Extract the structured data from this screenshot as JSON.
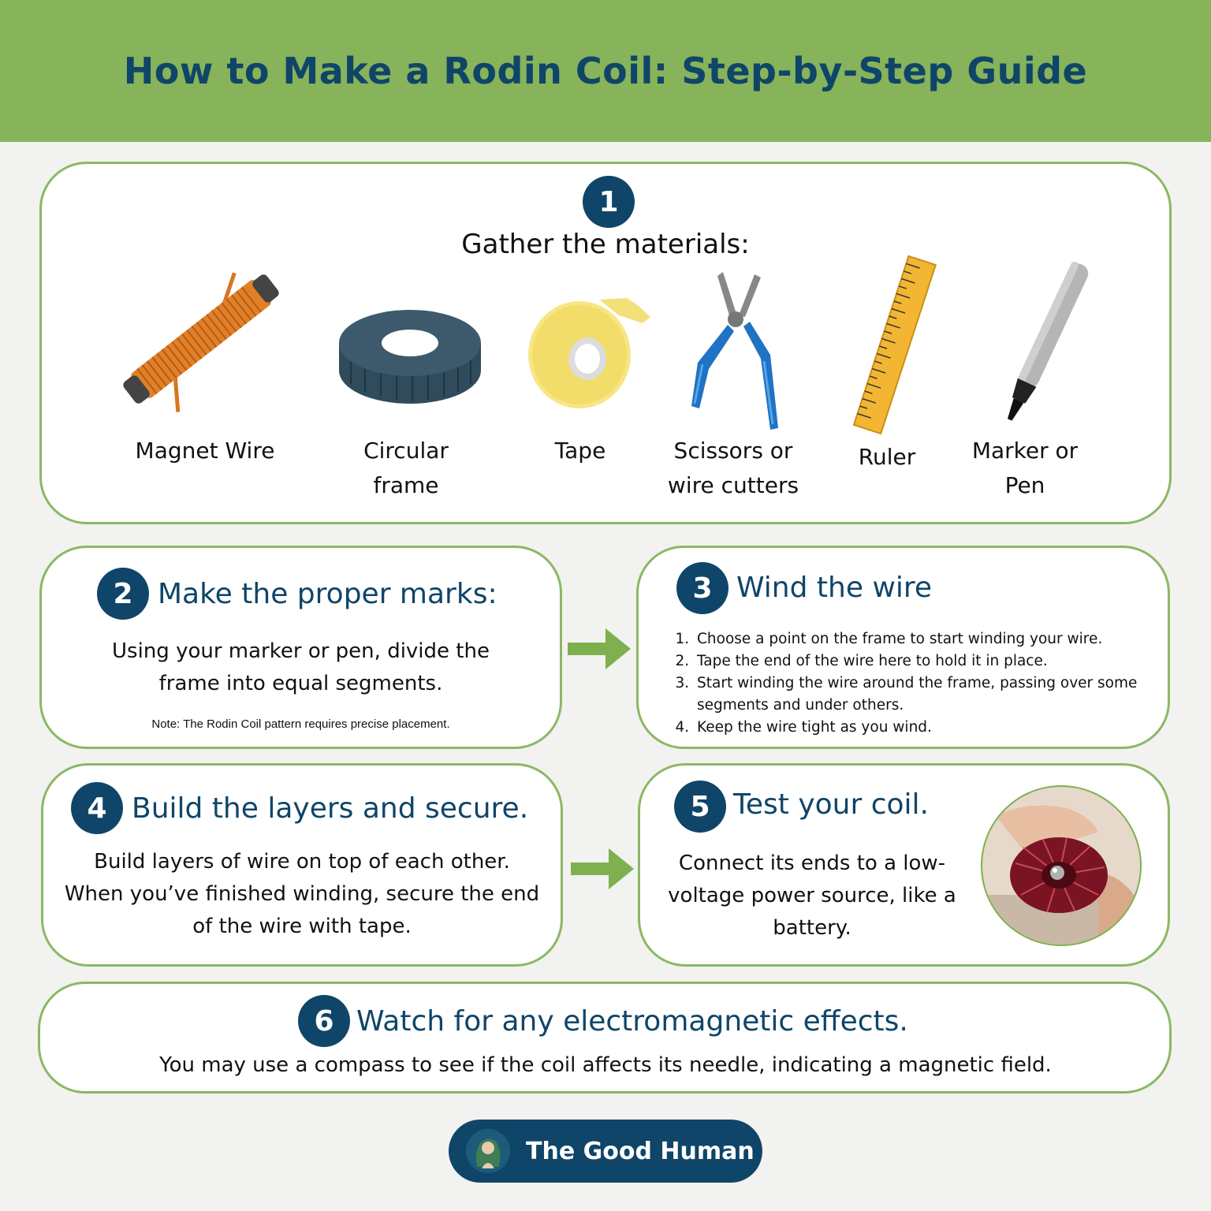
{
  "header": {
    "title": "How to Make a Rodin Coil: Step-by-Step Guide"
  },
  "step1": {
    "number": "1",
    "title": "Gather the materials:",
    "materials": [
      {
        "line1": "Magnet Wire",
        "line2": "",
        "icon": "magnet-wire-icon"
      },
      {
        "line1": "Circular",
        "line2": "frame",
        "icon": "circular-frame-icon"
      },
      {
        "line1": "Tape",
        "line2": "",
        "icon": "tape-icon"
      },
      {
        "line1": "Scissors or",
        "line2": "wire cutters",
        "icon": "wire-cutters-icon"
      },
      {
        "line1": "Ruler",
        "line2": "",
        "icon": "ruler-icon"
      },
      {
        "line1": "Marker or",
        "line2": "Pen",
        "icon": "marker-icon"
      }
    ]
  },
  "step2": {
    "number": "2",
    "title": "Make the proper marks:",
    "line1": "Using your marker or pen, divide the",
    "line2": "frame into equal segments.",
    "note": "Note: The Rodin Coil pattern requires precise placement."
  },
  "step3": {
    "number": "3",
    "title": "Wind the wire",
    "items": [
      "Choose a point on the frame to start winding your wire.",
      "Tape the end of the wire here to hold it in place.",
      "Start winding the wire around the frame, passing over some segments and under others.",
      "Keep the wire tight as you wind."
    ]
  },
  "step4": {
    "number": "4",
    "title": "Build the layers and secure.",
    "line1": "Build layers of wire on top of each other.",
    "line2": "When you’ve finished winding, secure the end",
    "line3": "of the wire with tape."
  },
  "step5": {
    "number": "5",
    "title": "Test your coil.",
    "line1": "Connect its ends to a low-",
    "line2": "voltage power source, like a",
    "line3": "battery."
  },
  "step6": {
    "number": "6",
    "title": "Watch for any electromagnetic effects.",
    "text": "You may use a compass to see if the coil affects its needle, indicating a magnetic field."
  },
  "footer": {
    "brand": "The Good Human"
  },
  "colors": {
    "header_bg": "#87b35a",
    "navy": "#0f4568",
    "card_border": "#8bb864",
    "arrow": "#7fb04f"
  }
}
